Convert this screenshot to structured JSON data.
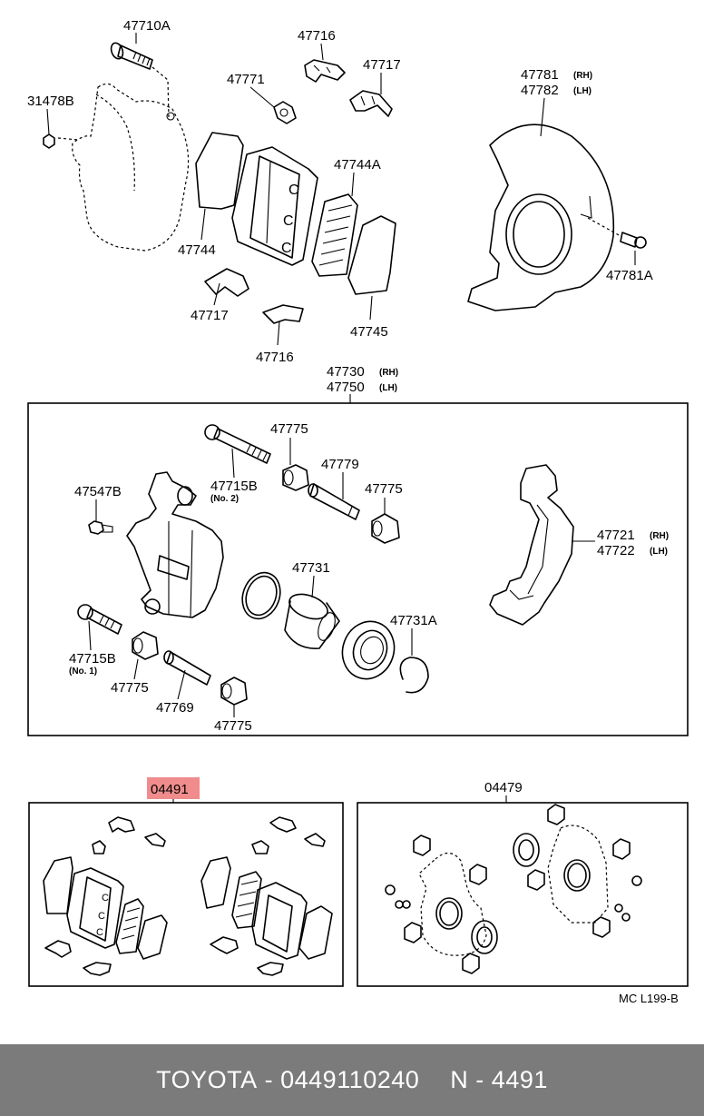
{
  "diagram": {
    "labels": {
      "p47710A": "47710A",
      "p47716a": "47716",
      "p47717a": "47717",
      "p47771": "47771",
      "p31478B": "31478B",
      "p47744A": "47744A",
      "p47744": "47744",
      "p47717b": "47717",
      "p47716b": "47716",
      "p47745": "47745",
      "p47781": "47781",
      "p47782": "47782",
      "p47781A": "47781A",
      "p47730": "47730",
      "p47750": "47750",
      "p47775a": "47775",
      "p47715Bn2": "47715B",
      "p47779": "47779",
      "p47775b": "47775",
      "p47547B": "47547B",
      "p47721": "47721",
      "p47722": "47722",
      "p47731": "47731",
      "p47731A": "47731A",
      "p47715Bn1": "47715B",
      "p47775c": "47775",
      "p47769": "47769",
      "p47775d": "47775",
      "p04491": "04491",
      "p04479": "04479",
      "ref": "MC L199-B"
    },
    "small": {
      "rh1": "(RH)",
      "lh1": "(LH)",
      "rh2": "(RH)",
      "lh2": "(LH)",
      "rh3": "(RH)",
      "lh3": "(LH)",
      "no2": "(No. 2)",
      "no1": "(No. 1)"
    },
    "highlight_color": "#f08c8c"
  },
  "footer": {
    "brand": "TOYOTA",
    "sep1": " - ",
    "part_number": "0449110240",
    "code_prefix": "N - ",
    "code": "4491"
  }
}
